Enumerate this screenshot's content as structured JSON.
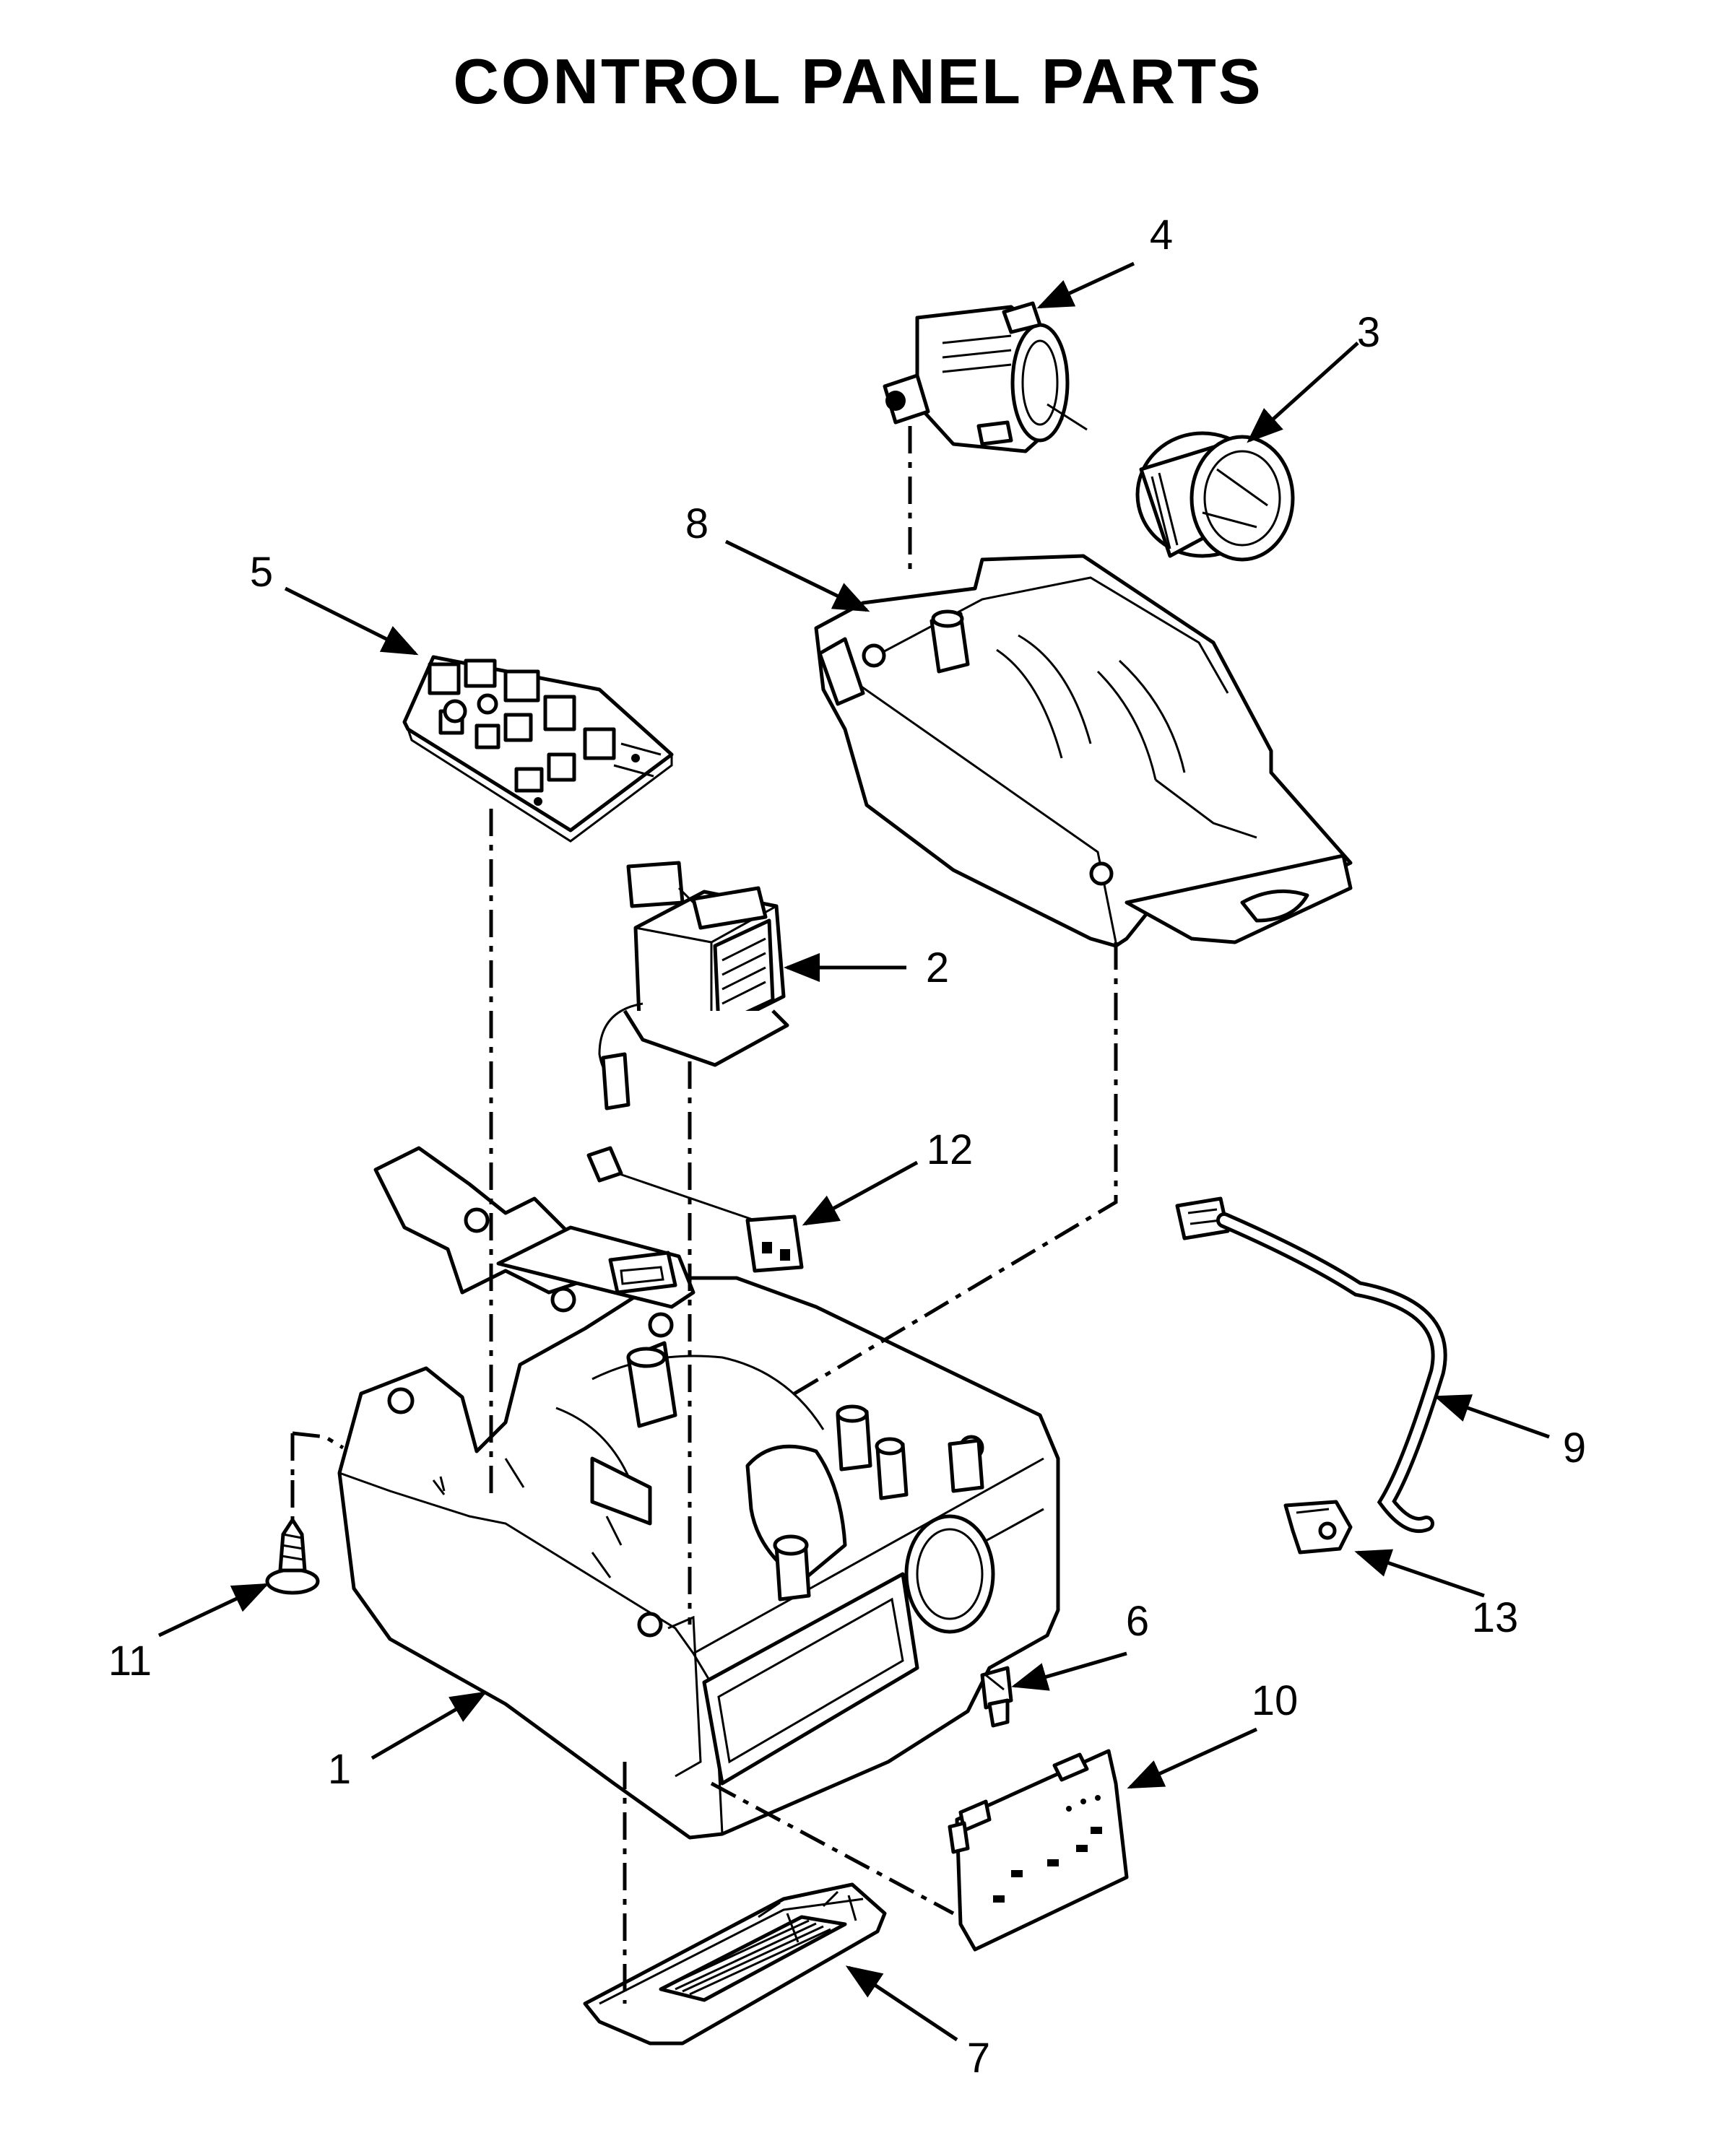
{
  "title": "CONTROL PANEL PARTS",
  "callouts": [
    {
      "id": "1",
      "label": "1"
    },
    {
      "id": "2",
      "label": "2"
    },
    {
      "id": "3",
      "label": "3"
    },
    {
      "id": "4",
      "label": "4"
    },
    {
      "id": "5",
      "label": "5"
    },
    {
      "id": "6",
      "label": "6"
    },
    {
      "id": "7",
      "label": "7"
    },
    {
      "id": "8",
      "label": "8"
    },
    {
      "id": "9",
      "label": "9"
    },
    {
      "id": "10",
      "label": "10"
    },
    {
      "id": "11",
      "label": "11"
    },
    {
      "id": "12",
      "label": "12"
    },
    {
      "id": "13",
      "label": "13"
    }
  ]
}
